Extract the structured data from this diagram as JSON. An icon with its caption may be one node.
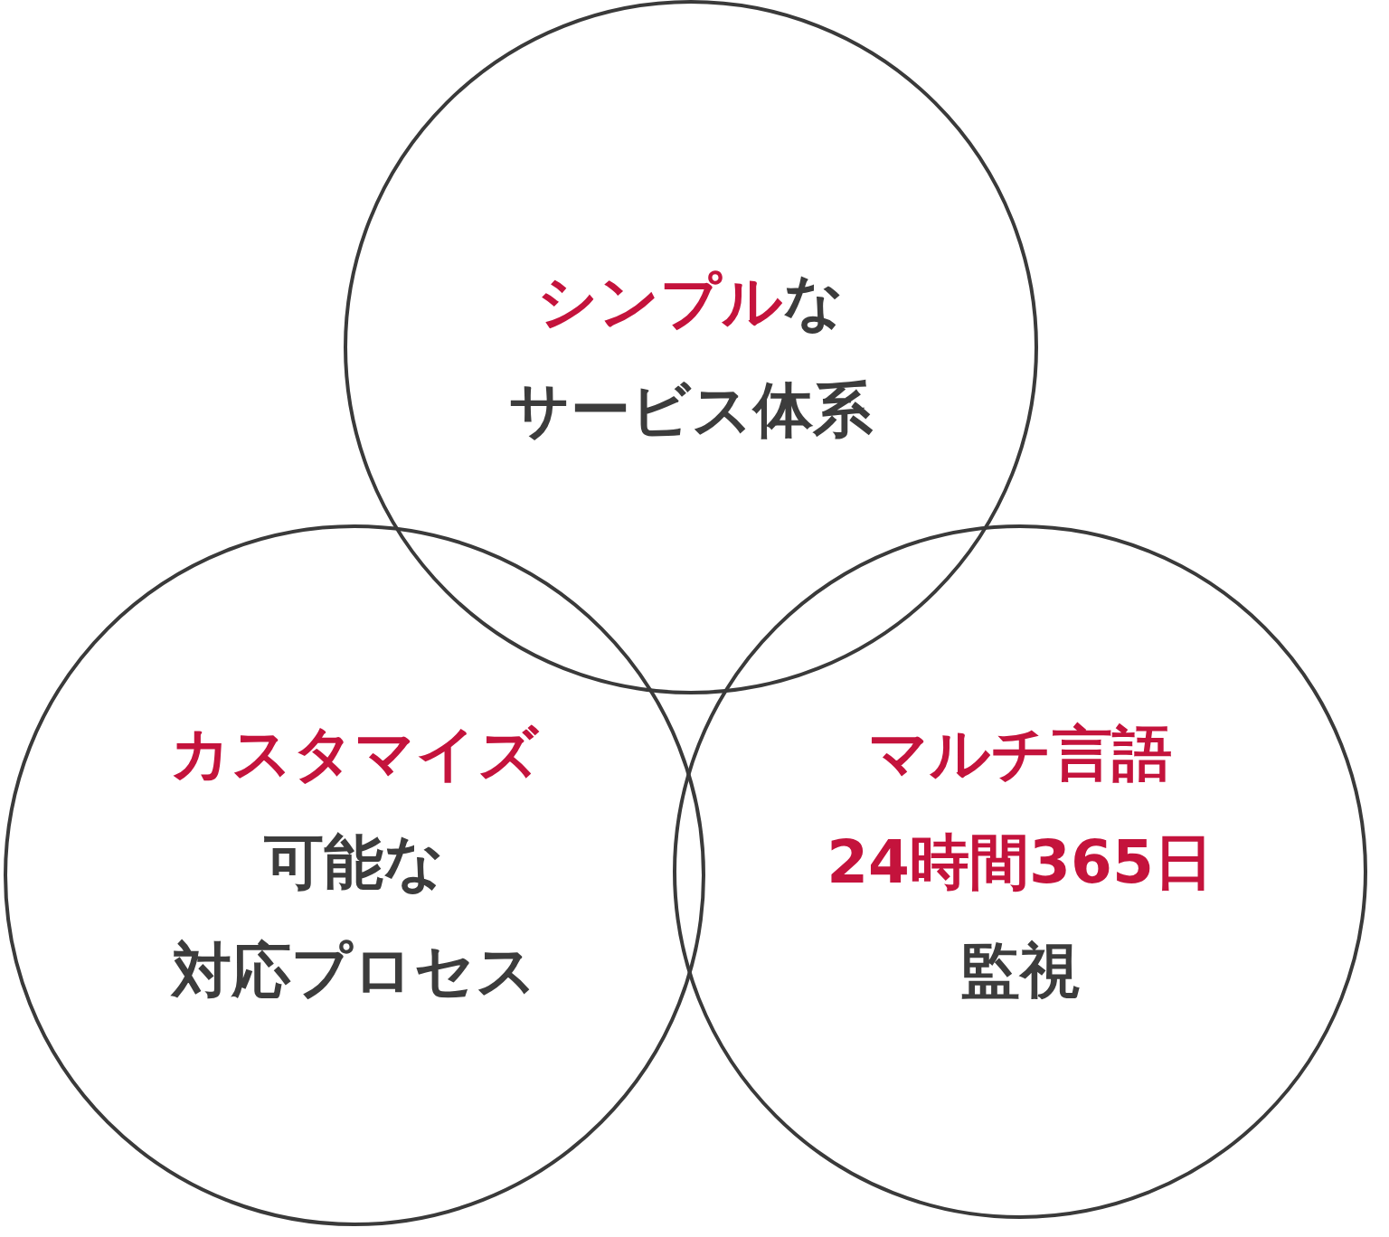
{
  "diagram": {
    "nodes": [
      {
        "text": [
          "シンプル",
          "な",
          "サービス体系"
        ]
      },
      {
        "text": [
          "カスタマイズ",
          "可能な",
          "対応プロセス"
        ]
      },
      {
        "text": [
          "マルチ言語",
          "24時間365日",
          "監視"
        ]
      }
    ]
  }
}
